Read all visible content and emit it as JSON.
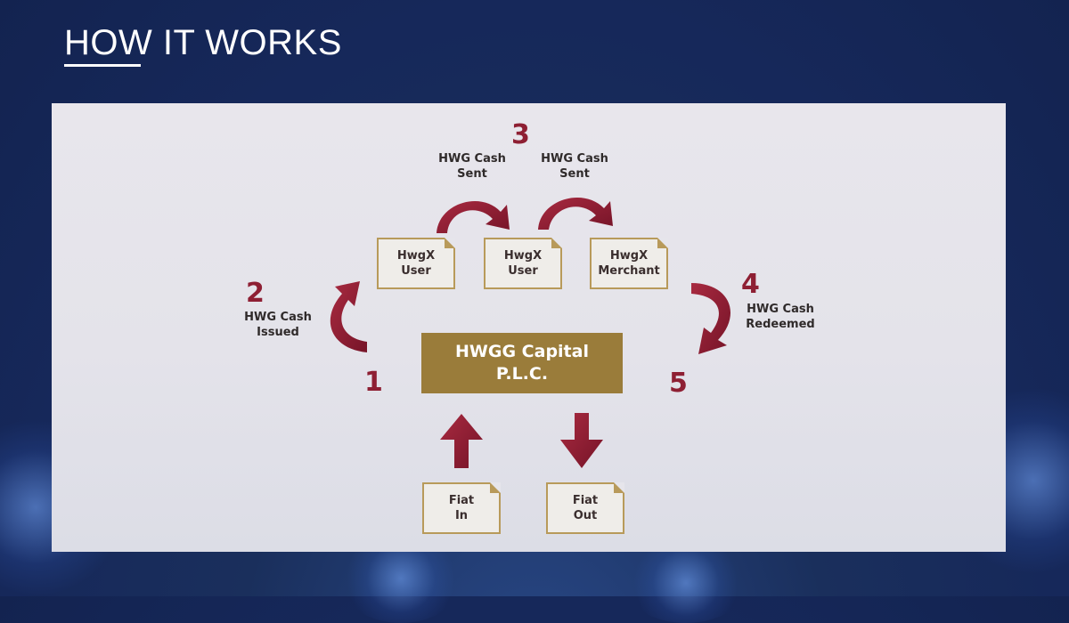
{
  "title": "HOW IT WORKS",
  "colors": {
    "accent": "#8e1f33",
    "gold": "#9a7c3a",
    "background": "#16285a",
    "panel": "#e6e5eb"
  },
  "steps": {
    "n1": "1",
    "n2": "2",
    "n3": "3",
    "n4": "4",
    "n5": "5"
  },
  "labels": {
    "issued_l1": "HWG Cash",
    "issued_l2": "Issued",
    "sent1_l1": "HWG Cash",
    "sent1_l2": "Sent",
    "sent2_l1": "HWG Cash",
    "sent2_l2": "Sent",
    "redeemed_l1": "HWG Cash",
    "redeemed_l2": "Redeemed"
  },
  "nodes": {
    "user1": {
      "l1": "HwgX",
      "l2": "User"
    },
    "user2": {
      "l1": "HwgX",
      "l2": "User"
    },
    "merchant": {
      "l1": "HwgX",
      "l2": "Merchant"
    },
    "capital": {
      "l1": "HWGG Capital",
      "l2": "P.L.C."
    },
    "fiat_in": {
      "l1": "Fiat",
      "l2": "In"
    },
    "fiat_out": {
      "l1": "Fiat",
      "l2": "Out"
    }
  }
}
